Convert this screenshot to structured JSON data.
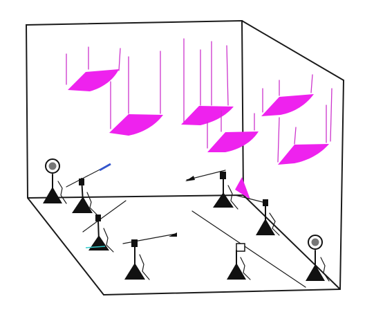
{
  "colors": {
    "panel": "#ee22ee",
    "wire": "#cc33cc",
    "ink": "#1a1a1a",
    "lens": "#777777",
    "cyan": "#33cccc",
    "blue": "#3355cc"
  },
  "scene": {
    "panels": [
      {
        "name": "hanging-panel-1"
      },
      {
        "name": "hanging-panel-2"
      },
      {
        "name": "hanging-panel-3"
      },
      {
        "name": "hanging-panel-4"
      },
      {
        "name": "hanging-panel-5"
      },
      {
        "name": "hanging-panel-6"
      }
    ],
    "stands": [
      {
        "name": "light-stand-back-left",
        "kind": "light"
      },
      {
        "name": "boom-stand-back-left",
        "kind": "boom"
      },
      {
        "name": "boom-stand-back-right",
        "kind": "boom"
      },
      {
        "name": "mic-stand-right",
        "kind": "mic"
      },
      {
        "name": "mic-stand-left",
        "kind": "mic"
      },
      {
        "name": "boom-stand-front",
        "kind": "boom"
      },
      {
        "name": "camera-stand-front",
        "kind": "camera"
      },
      {
        "name": "light-stand-front-right",
        "kind": "light"
      }
    ]
  }
}
